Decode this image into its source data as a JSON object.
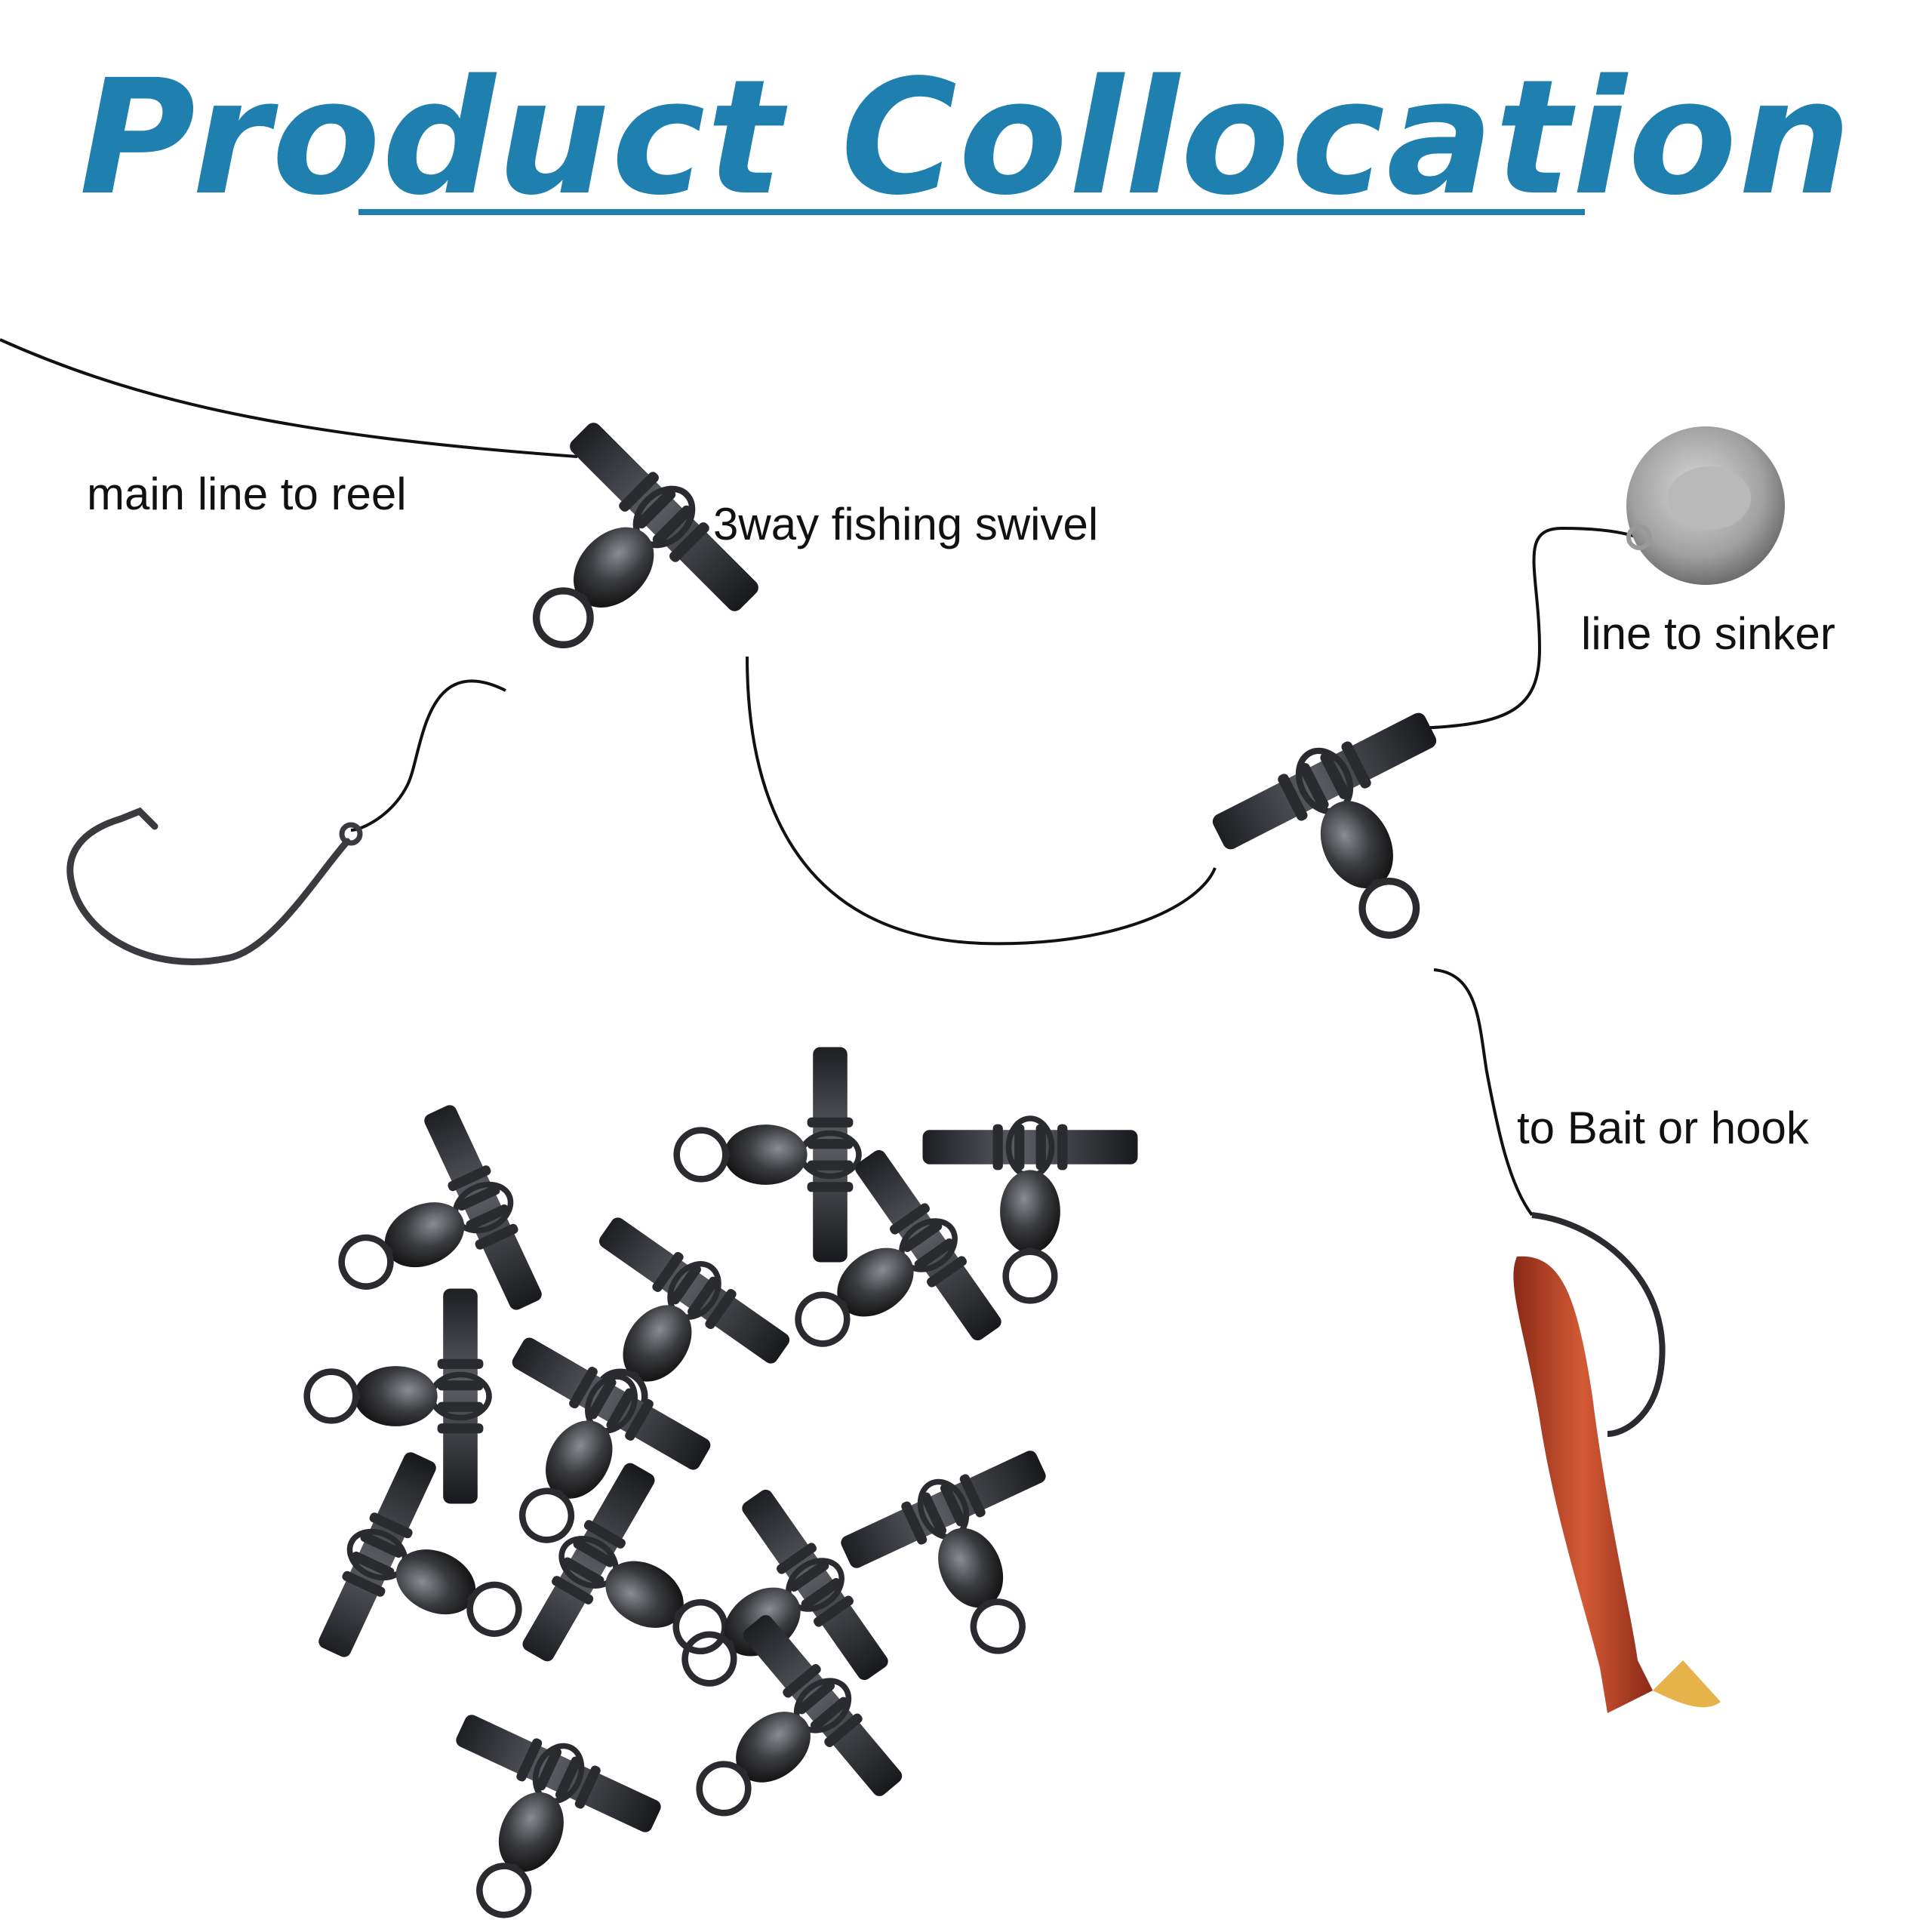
{
  "title": "Product Collocation",
  "labels": {
    "main_line": "main line to reel",
    "swivel": "3way fishing swivel",
    "sinker": "line to sinker",
    "bait": "to Bait or hook"
  },
  "colors": {
    "title": "#1f7faf",
    "line": "#111111",
    "swivel_metal": "#3b3c40",
    "sinker": "#9a9a9a",
    "lure": "#c24a2e"
  },
  "icons": [
    "fishing-hook-icon",
    "three-way-swivel-icon",
    "sinker-weight-icon",
    "soft-worm-lure-icon"
  ]
}
